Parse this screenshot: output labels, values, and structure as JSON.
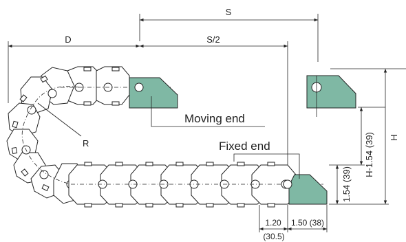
{
  "colors": {
    "bracket": "#7fb8a4",
    "line": "#222222"
  },
  "dimensions": {
    "S": "S",
    "S_half": "S/2",
    "D": "D",
    "R": "R",
    "H": "H",
    "H_minus": "H-1.54 (39)",
    "height_154": "1.54 (39)",
    "w120": "1.20",
    "w120_mm": "(30.5)",
    "w150": "1.50 (38)"
  },
  "callouts": {
    "moving_end": "Moving end",
    "fixed_end": "Fixed end"
  }
}
